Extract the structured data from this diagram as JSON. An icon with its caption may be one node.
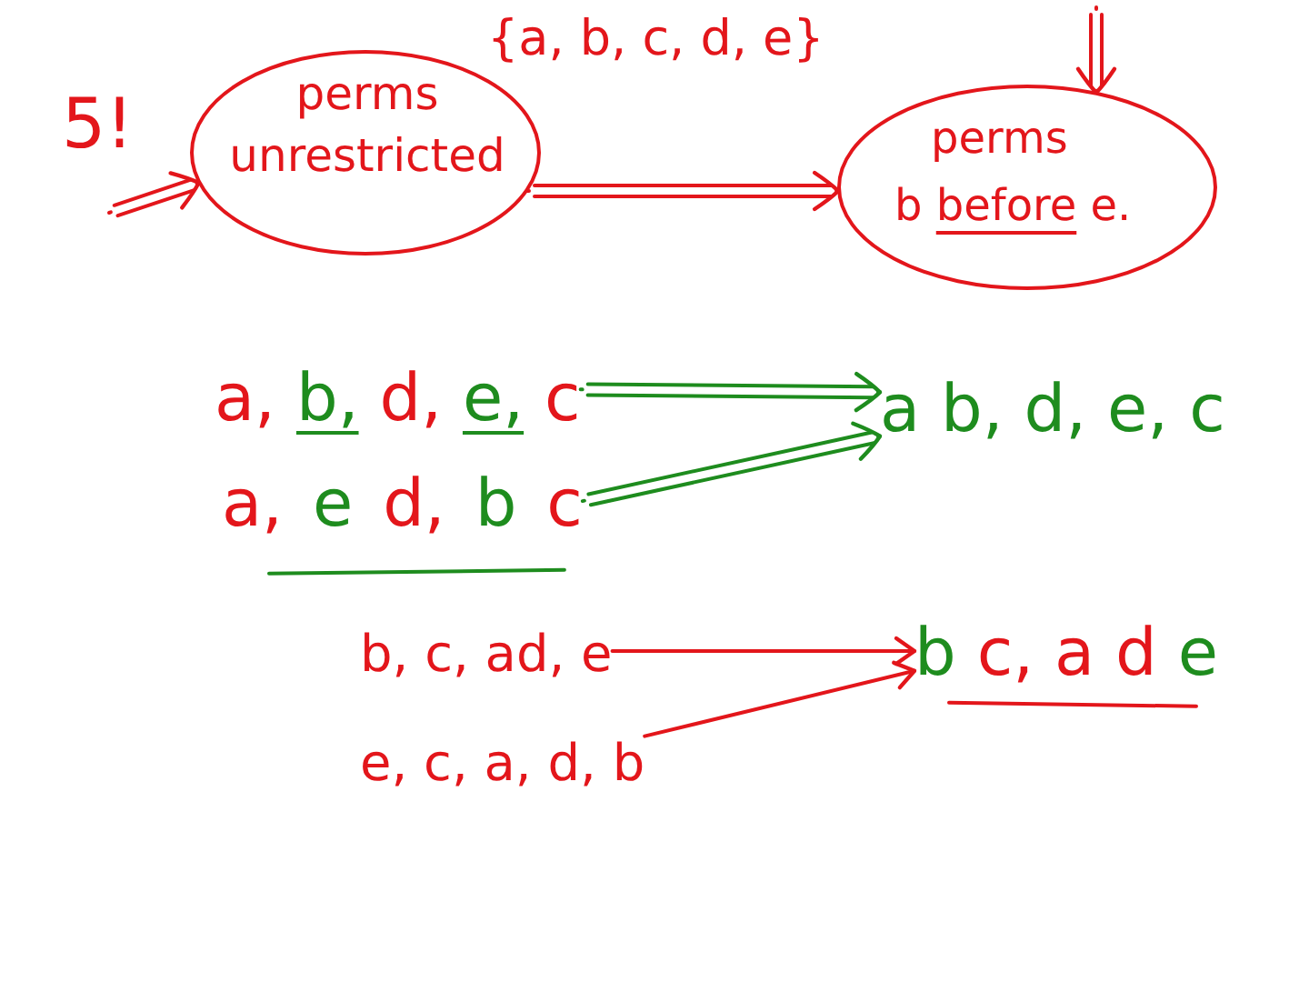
{
  "diagram": {
    "nodes": [
      {
        "text": [
          "perms unrestricted"
        ]
      },
      {
        "text": [
          "perms",
          "b before e."
        ]
      },
      {
        "text": [
          "a, b, d, e, c"
        ]
      },
      {
        "text": [
          "a, e d, b c"
        ]
      },
      {
        "text": [
          "a b, d, e, c"
        ]
      },
      {
        "text": [
          "b, c, ad, e"
        ]
      },
      {
        "text": [
          "e, c, a, d, b"
        ]
      },
      {
        "text": [
          "b c, a d e"
        ]
      }
    ],
    "edges": [
      {
        "from": null,
        "to": 0,
        "arrow": "to"
      },
      {
        "from": 0,
        "to": 1,
        "arrow": "to"
      },
      {
        "from": null,
        "to": 1,
        "arrow": "to"
      },
      {
        "from": 2,
        "to": 4,
        "arrow": "to",
        "color": "#1e8c1e"
      },
      {
        "from": 3,
        "to": 4,
        "arrow": "to",
        "color": "#1e8c1e"
      },
      {
        "from": 5,
        "to": 7,
        "arrow": "to"
      },
      {
        "from": 6,
        "to": 7,
        "arrow": "to"
      }
    ],
    "labels": [
      "5!",
      "{a, b, c, d, e}"
    ]
  }
}
